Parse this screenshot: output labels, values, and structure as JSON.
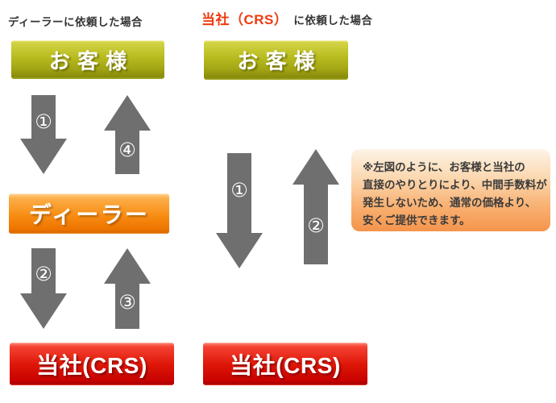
{
  "headers": {
    "left": "ディーラーに依頼した場合",
    "right_emphasis": "当社（CRS）",
    "right_rest": "に依頼した場合"
  },
  "dealer_flow": {
    "customer_box": "お客様",
    "dealer_box": "ディーラー",
    "company_box": "当社(CRS)",
    "step1": "①",
    "step2": "②",
    "step3": "③",
    "step4": "④"
  },
  "direct_flow": {
    "customer_box": "お客様",
    "company_box": "当社(CRS)",
    "step1": "①",
    "step2": "②"
  },
  "note": {
    "line1": "※左図のように、お客様と当社の",
    "line2": "直接のやりとりにより、中間手数料が",
    "line3": "発生しないため、通常の価格より、",
    "line4": "安くご提供できます。"
  },
  "colors": {
    "customer_box_green": "#b9bd20",
    "dealer_box_orange": "#f78c12",
    "company_box_red": "#de1607",
    "arrow_gray": "#6f6f6f",
    "note_box_orange": "#f5944c",
    "heading_red": "#ee3a0e",
    "text_dark": "#333333"
  }
}
